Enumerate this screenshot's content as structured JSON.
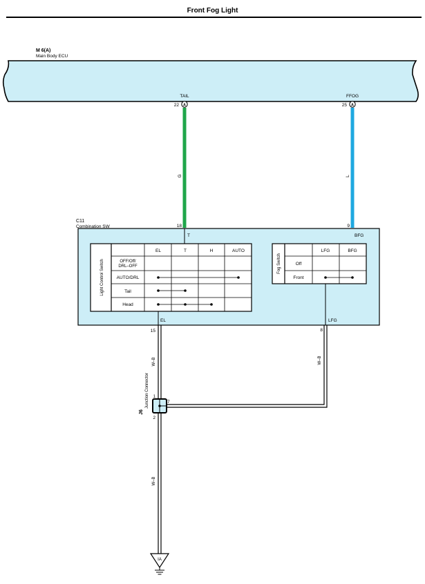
{
  "title": "Front Fog Light",
  "ecu": {
    "code": "M 6(A)",
    "name": "Main Body ECU",
    "fill": "#cdeef7",
    "terminals": [
      {
        "name": "TAIL",
        "pin": "22",
        "connector": "A"
      },
      {
        "name": "FFOG",
        "pin": "25",
        "connector": "A"
      }
    ]
  },
  "wires": {
    "tail_color_code": "G",
    "tail_color": "#1fa64a",
    "ffog_color_code": "L",
    "ffog_color": "#1fa8e0",
    "el_color_code": "W–B",
    "lfg_color_code": "W–B",
    "ground_color_code": "W–B"
  },
  "combination_switch": {
    "code": "C11",
    "name": "Combination SW",
    "fill": "#cdeef7",
    "pins": {
      "t_pin": "18",
      "t_label": "T",
      "bfg_pin": "9",
      "bfg_label": "BFG",
      "el_pin": "15",
      "el_label": "EL",
      "lfg_pin": "8",
      "lfg_label": "LFG"
    },
    "light_control_switch": {
      "label": "Light Control Switch",
      "columns": [
        "EL",
        "T",
        "H",
        "AUTO"
      ],
      "rows": [
        "OFF/Off/ DRL–OFF",
        "AUTO/DRL",
        "Tail",
        "Head"
      ]
    },
    "fog_switch": {
      "label": "Fog Switch",
      "columns": [
        "LFG",
        "BFG"
      ],
      "rows": [
        "Off",
        "Front"
      ]
    }
  },
  "junction_connector": {
    "code": "J6",
    "name": "Junction Connector",
    "pin_top": "1",
    "pin_right": "7",
    "pin_bottom": "2"
  },
  "ground": {
    "label": "IA"
  }
}
